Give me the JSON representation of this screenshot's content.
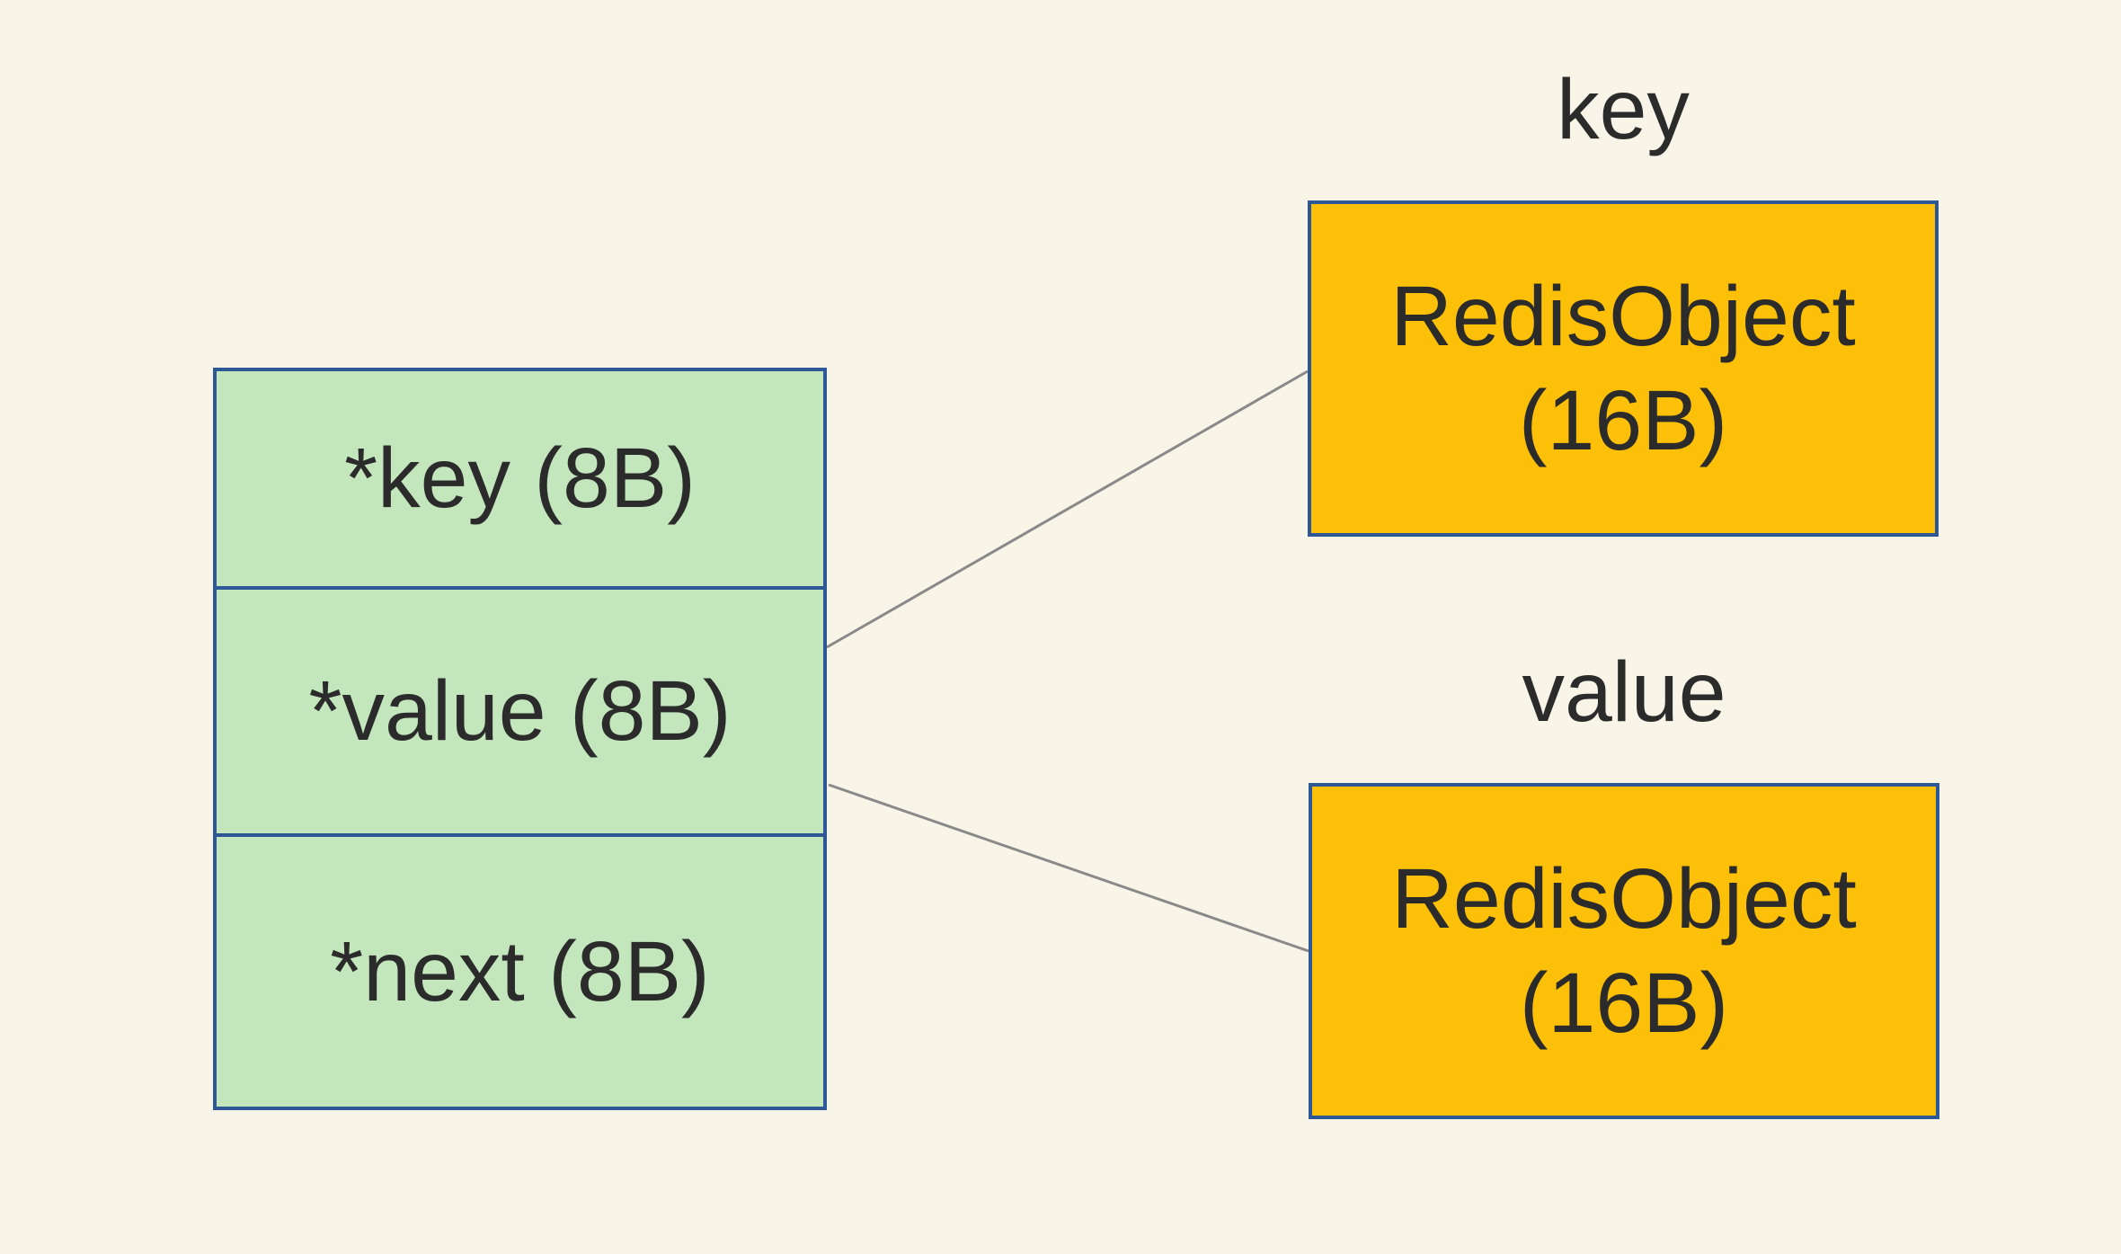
{
  "entry_struct": {
    "cells": [
      {
        "label": "*key (8B)"
      },
      {
        "label": "*value (8B)"
      },
      {
        "label": "*next (8B)"
      }
    ]
  },
  "objects": [
    {
      "label": "key",
      "line1": "RedisObject",
      "line2": "(16B)"
    },
    {
      "label": "value",
      "line1": "RedisObject",
      "line2": "(16B)"
    }
  ],
  "colors": {
    "background": "#f8f5e8",
    "entry_fill": "#c3e6bd",
    "object_fill": "#fdc008",
    "border_blue": "#2e5795",
    "connector_gray": "#898989",
    "text": "#2b2b2b"
  }
}
